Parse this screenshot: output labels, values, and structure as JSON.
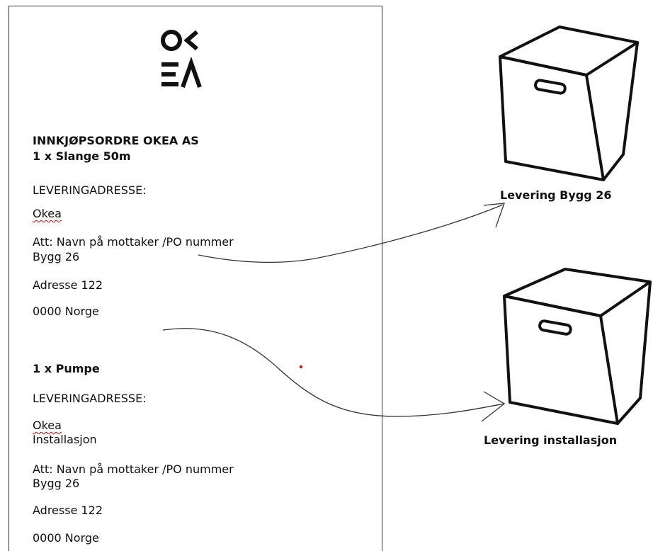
{
  "logo": {
    "line1": "OK",
    "line2": "EA"
  },
  "order": {
    "title": "INNKJØPSORDRE OKEA AS",
    "item1": {
      "name": "1 x Slange 50m",
      "address_label": "LEVERINGADRESSE:",
      "company": "Okea",
      "att": "Att: Navn på mottaker /PO nummer",
      "building": "Bygg 26",
      "street": "Adresse 122",
      "postal": "0000 Norge"
    },
    "item2": {
      "name": "1 x Pumpe",
      "address_label": "LEVERINGADRESSE:",
      "company": "Okea",
      "location": "Installasjon",
      "att": "Att: Navn på mottaker /PO nummer",
      "building": "Bygg 26",
      "street": "Adresse 122",
      "postal": "0000 Norge"
    }
  },
  "deliveries": [
    {
      "label": "Levering Bygg 26"
    },
    {
      "label": "Levering installasjon"
    }
  ],
  "colors": {
    "ink": "#111111",
    "spellcheck_underline": "#d00000",
    "dot": "#e00000"
  }
}
